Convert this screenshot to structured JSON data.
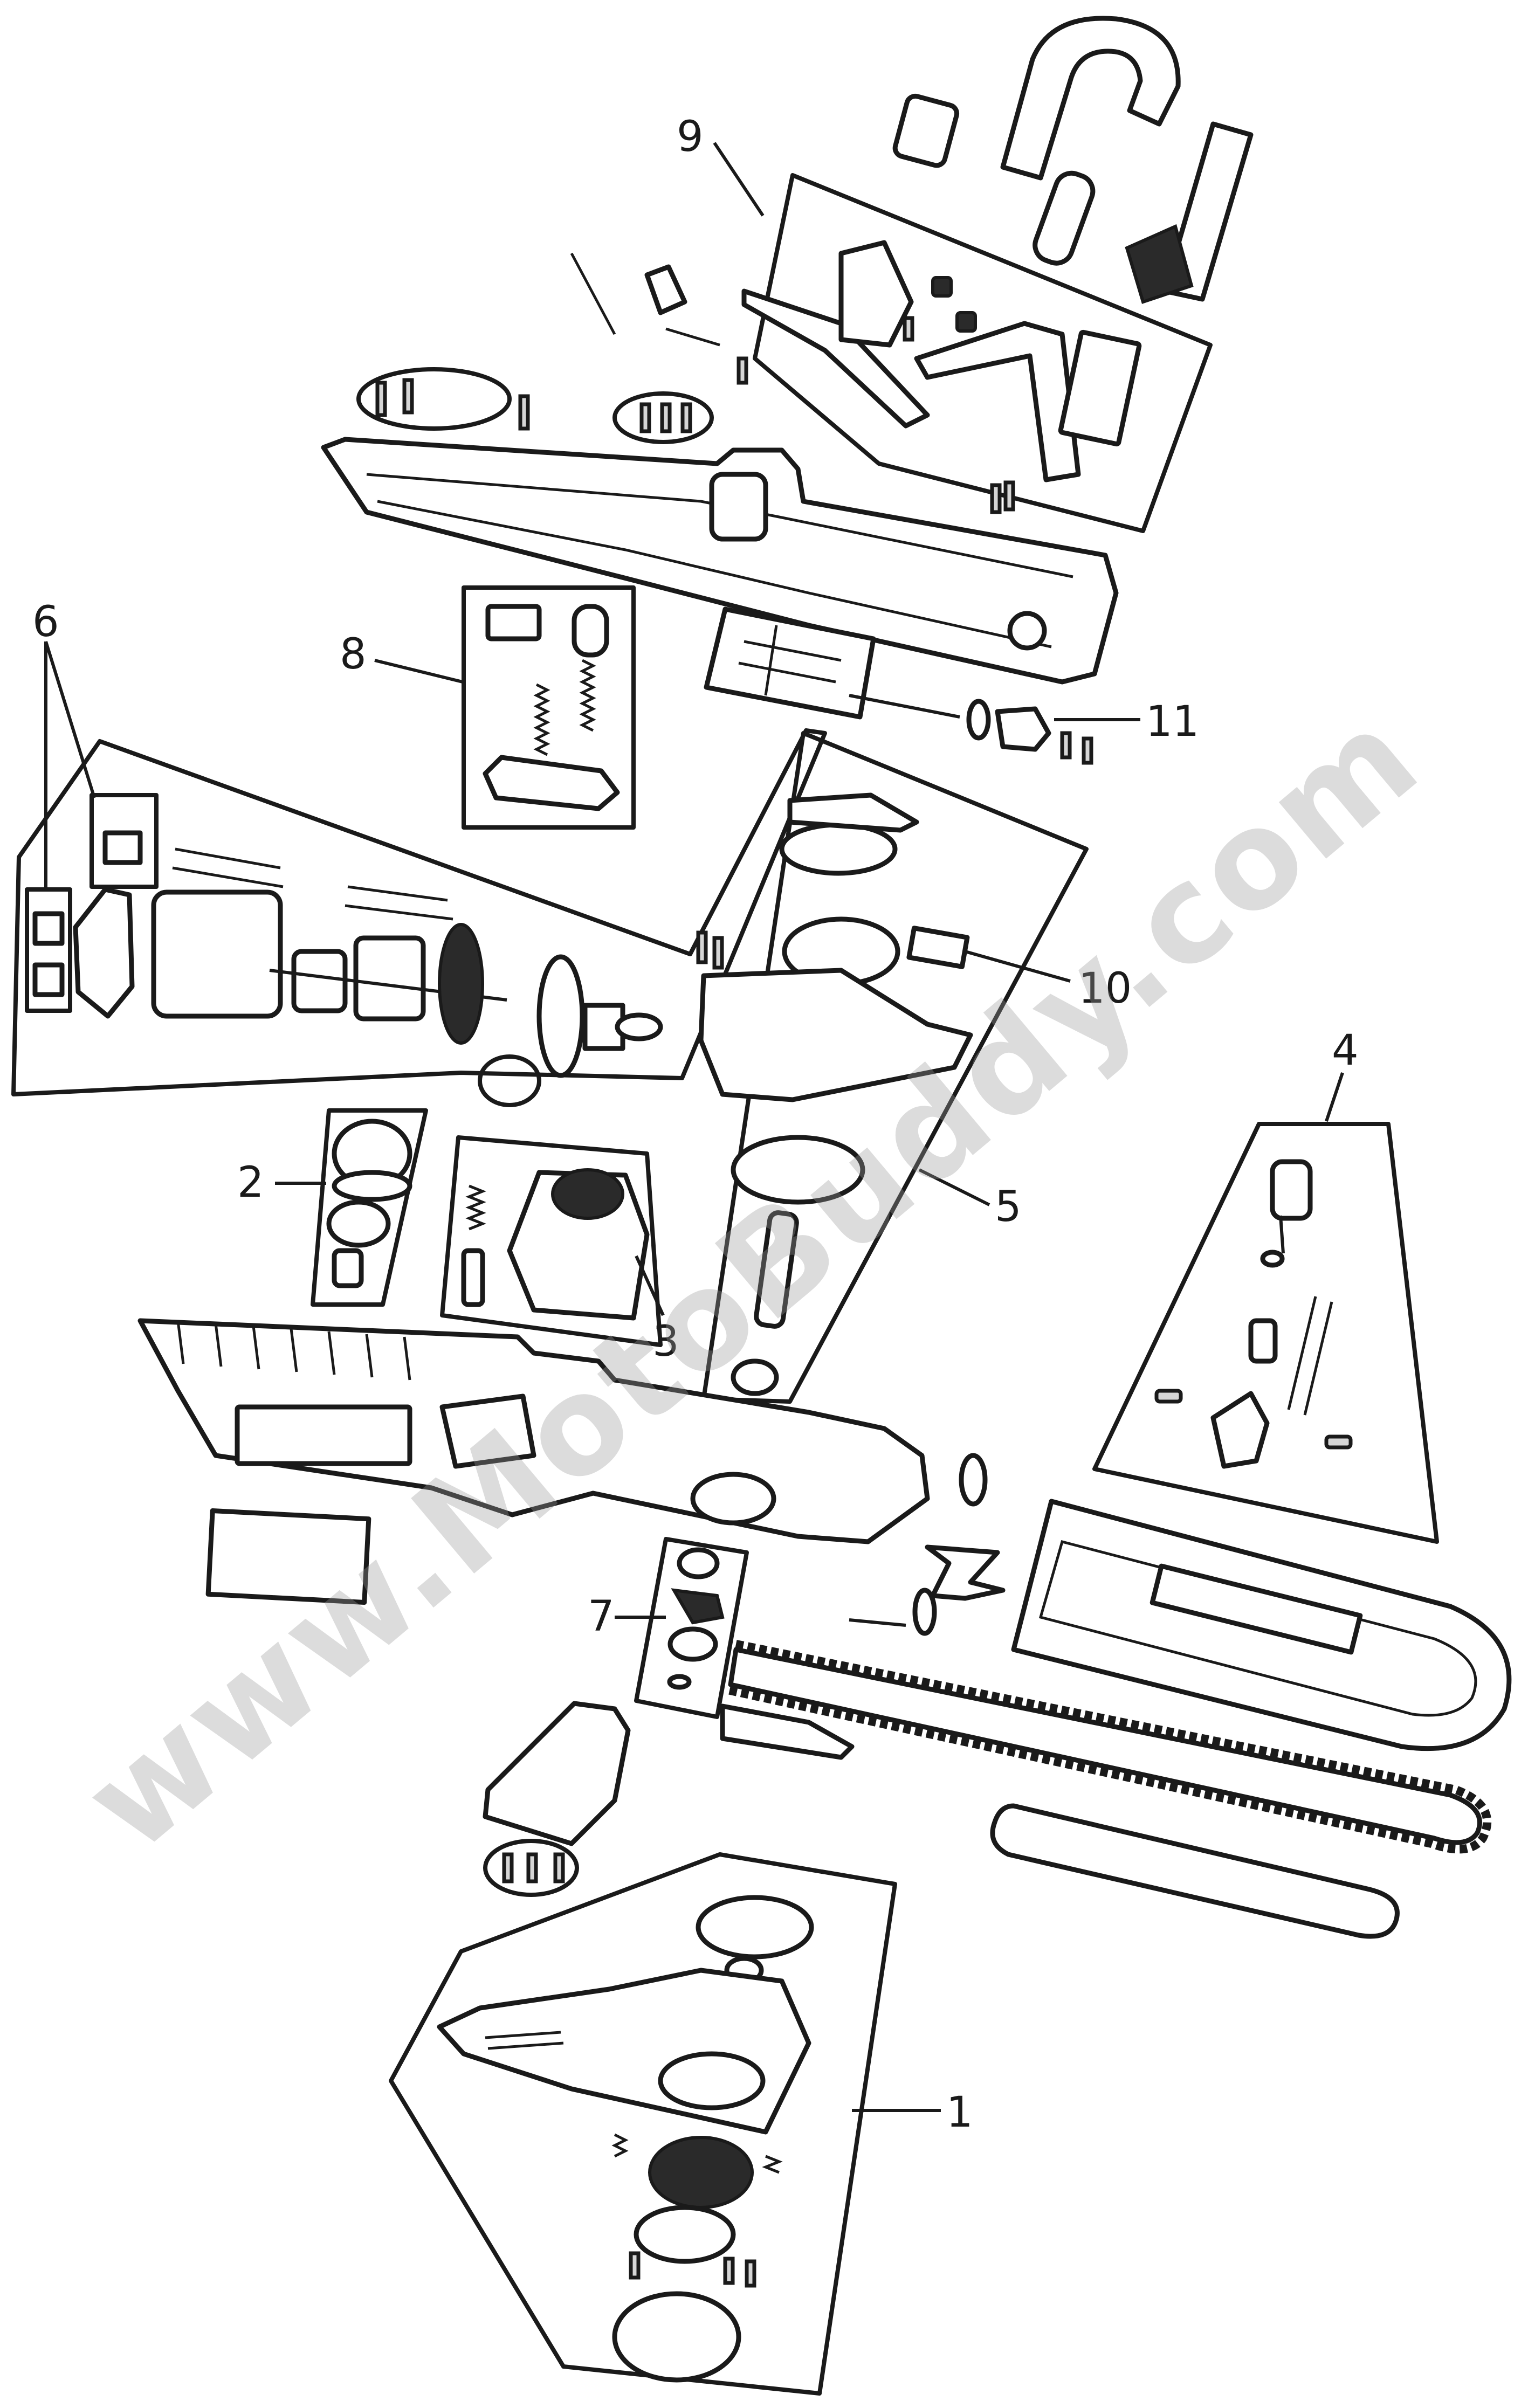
{
  "diagram": {
    "callouts": [
      {
        "id": "1",
        "label": "1"
      },
      {
        "id": "2",
        "label": "2"
      },
      {
        "id": "3",
        "label": "3"
      },
      {
        "id": "4",
        "label": "4"
      },
      {
        "id": "5",
        "label": "5"
      },
      {
        "id": "6",
        "label": "6"
      },
      {
        "id": "7",
        "label": "7"
      },
      {
        "id": "8",
        "label": "8"
      },
      {
        "id": "9",
        "label": "9"
      },
      {
        "id": "10",
        "label": "10"
      },
      {
        "id": "11",
        "label": "11"
      }
    ],
    "watermark": "www.MotoBuddy.com"
  }
}
